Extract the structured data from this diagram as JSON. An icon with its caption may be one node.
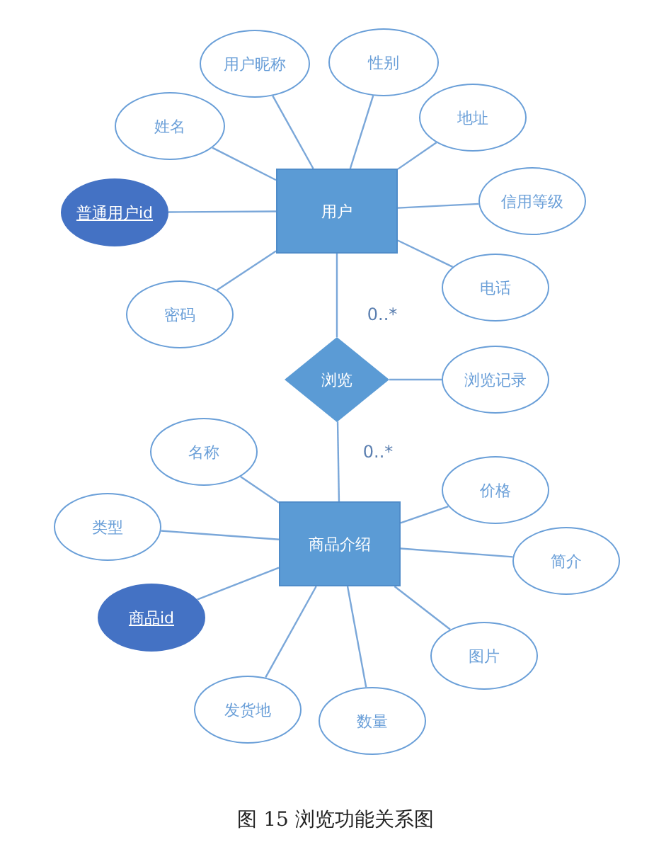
{
  "diagram": {
    "caption": "图 15 浏览功能关系图",
    "nodes": [
      {
        "text": [
          "用户"
        ]
      },
      {
        "text": [
          "用户昵称"
        ]
      },
      {
        "text": [
          "性别"
        ]
      },
      {
        "text": [
          "姓名"
        ]
      },
      {
        "text": [
          "地址"
        ]
      },
      {
        "text": [
          "普通用户id"
        ]
      },
      {
        "text": [
          "信用等级"
        ]
      },
      {
        "text": [
          "密码"
        ]
      },
      {
        "text": [
          "电话"
        ]
      },
      {
        "text": [
          "浏览"
        ]
      },
      {
        "text": [
          "浏览记录"
        ]
      },
      {
        "text": [
          "商品介绍"
        ]
      },
      {
        "text": [
          "名称"
        ]
      },
      {
        "text": [
          "类型"
        ]
      },
      {
        "text": [
          "价格"
        ]
      },
      {
        "text": [
          "简介"
        ]
      },
      {
        "text": [
          "商品id"
        ]
      },
      {
        "text": [
          "图片"
        ]
      },
      {
        "text": [
          "发货地"
        ]
      },
      {
        "text": [
          "数量"
        ]
      }
    ],
    "edges": [
      {
        "from": 0,
        "to": 1,
        "arrow": "none"
      },
      {
        "from": 0,
        "to": 2,
        "arrow": "none"
      },
      {
        "from": 0,
        "to": 3,
        "arrow": "none"
      },
      {
        "from": 0,
        "to": 4,
        "arrow": "none"
      },
      {
        "from": 0,
        "to": 5,
        "arrow": "none"
      },
      {
        "from": 0,
        "to": 6,
        "arrow": "none"
      },
      {
        "from": 0,
        "to": 7,
        "arrow": "none"
      },
      {
        "from": 0,
        "to": 8,
        "arrow": "none"
      },
      {
        "from": 0,
        "to": 9,
        "arrow": "none",
        "label": "0..*"
      },
      {
        "from": 9,
        "to": 10,
        "arrow": "none"
      },
      {
        "from": 9,
        "to": 11,
        "arrow": "none",
        "label": "0..*"
      },
      {
        "from": 11,
        "to": 12,
        "arrow": "none"
      },
      {
        "from": 11,
        "to": 13,
        "arrow": "none"
      },
      {
        "from": 11,
        "to": 14,
        "arrow": "none"
      },
      {
        "from": 11,
        "to": 15,
        "arrow": "none"
      },
      {
        "from": 11,
        "to": 16,
        "arrow": "none"
      },
      {
        "from": 11,
        "to": 17,
        "arrow": "none"
      },
      {
        "from": 11,
        "to": 18,
        "arrow": "none"
      },
      {
        "from": 11,
        "to": 19,
        "arrow": "none"
      }
    ]
  }
}
